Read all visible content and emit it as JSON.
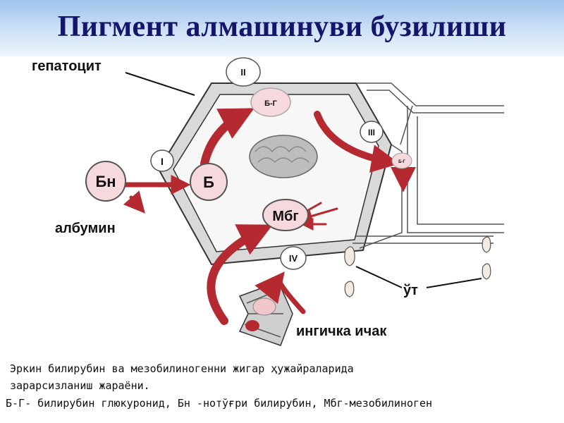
{
  "title": "Пигмент  алмашинуви бузилиши",
  "labels": {
    "hepatocyte": "гепатоцит",
    "albumin": "албумин",
    "bile": "ўт",
    "small_intestine": "ингичка ичак"
  },
  "nodes": {
    "bn": "Бн",
    "b": "Б",
    "bg": "Б-Г",
    "mbg": "Мбг",
    "bg_small": "Б-Г"
  },
  "stages": {
    "i": "I",
    "ii": "II",
    "iii": "III",
    "iv": "IV"
  },
  "caption": {
    "line1": "Эркин билирубин ва мезобилиногенни жигар ҳужайраларида",
    "line2": "зарарсизланиш жараёни.",
    "line3": "Б-Г- билирубин глюкуронид, Бн -нотўғри билирубин, Мбг-мезобилиноген"
  },
  "colors": {
    "arrow": "#b52a30",
    "node_fill": "#f6d9dd",
    "title": "#15156b"
  }
}
